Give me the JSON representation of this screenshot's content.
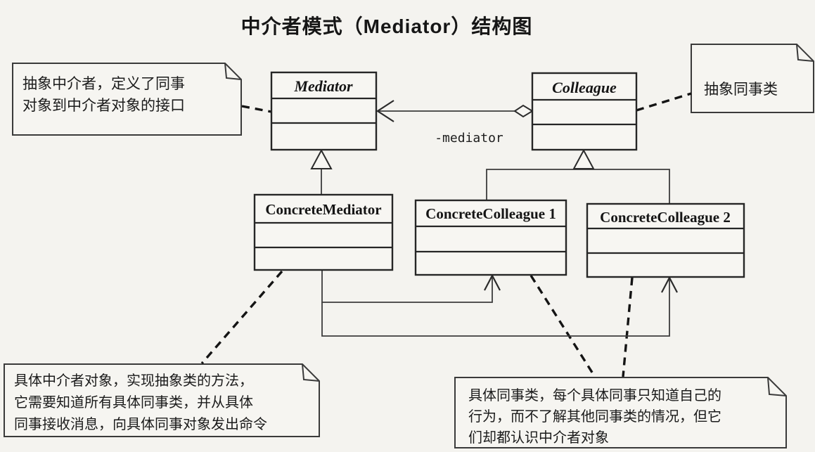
{
  "title": "中介者模式（Mediator）结构图",
  "classes": [
    {
      "name": "Mediator",
      "kind": "abstract-class"
    },
    {
      "name": "Colleague",
      "kind": "abstract-class"
    },
    {
      "name": "ConcreteMediator",
      "kind": "class"
    },
    {
      "name": "ConcreteColleague 1",
      "kind": "class"
    },
    {
      "name": "ConcreteColleague 2",
      "kind": "class"
    }
  ],
  "relationships": {
    "aggregation_label": "-mediator"
  },
  "notes": {
    "top_left": "抽象中介者，定义了同事\n对象到中介者对象的接口",
    "top_right": "抽象同事类",
    "bottom_left": "具体中介者对象，实现抽象类的方法，\n它需要知道所有具体同事类，并从具体\n同事接收消息，向具体同事对象发出命令",
    "bottom_right": "具体同事类，每个具体同事只知道自己的\n行为，而不了解其他同事类的情况，但它\n们却都认识中介者对象"
  },
  "colors": {
    "ink": "#262626",
    "paper": "#f4f3ef"
  }
}
